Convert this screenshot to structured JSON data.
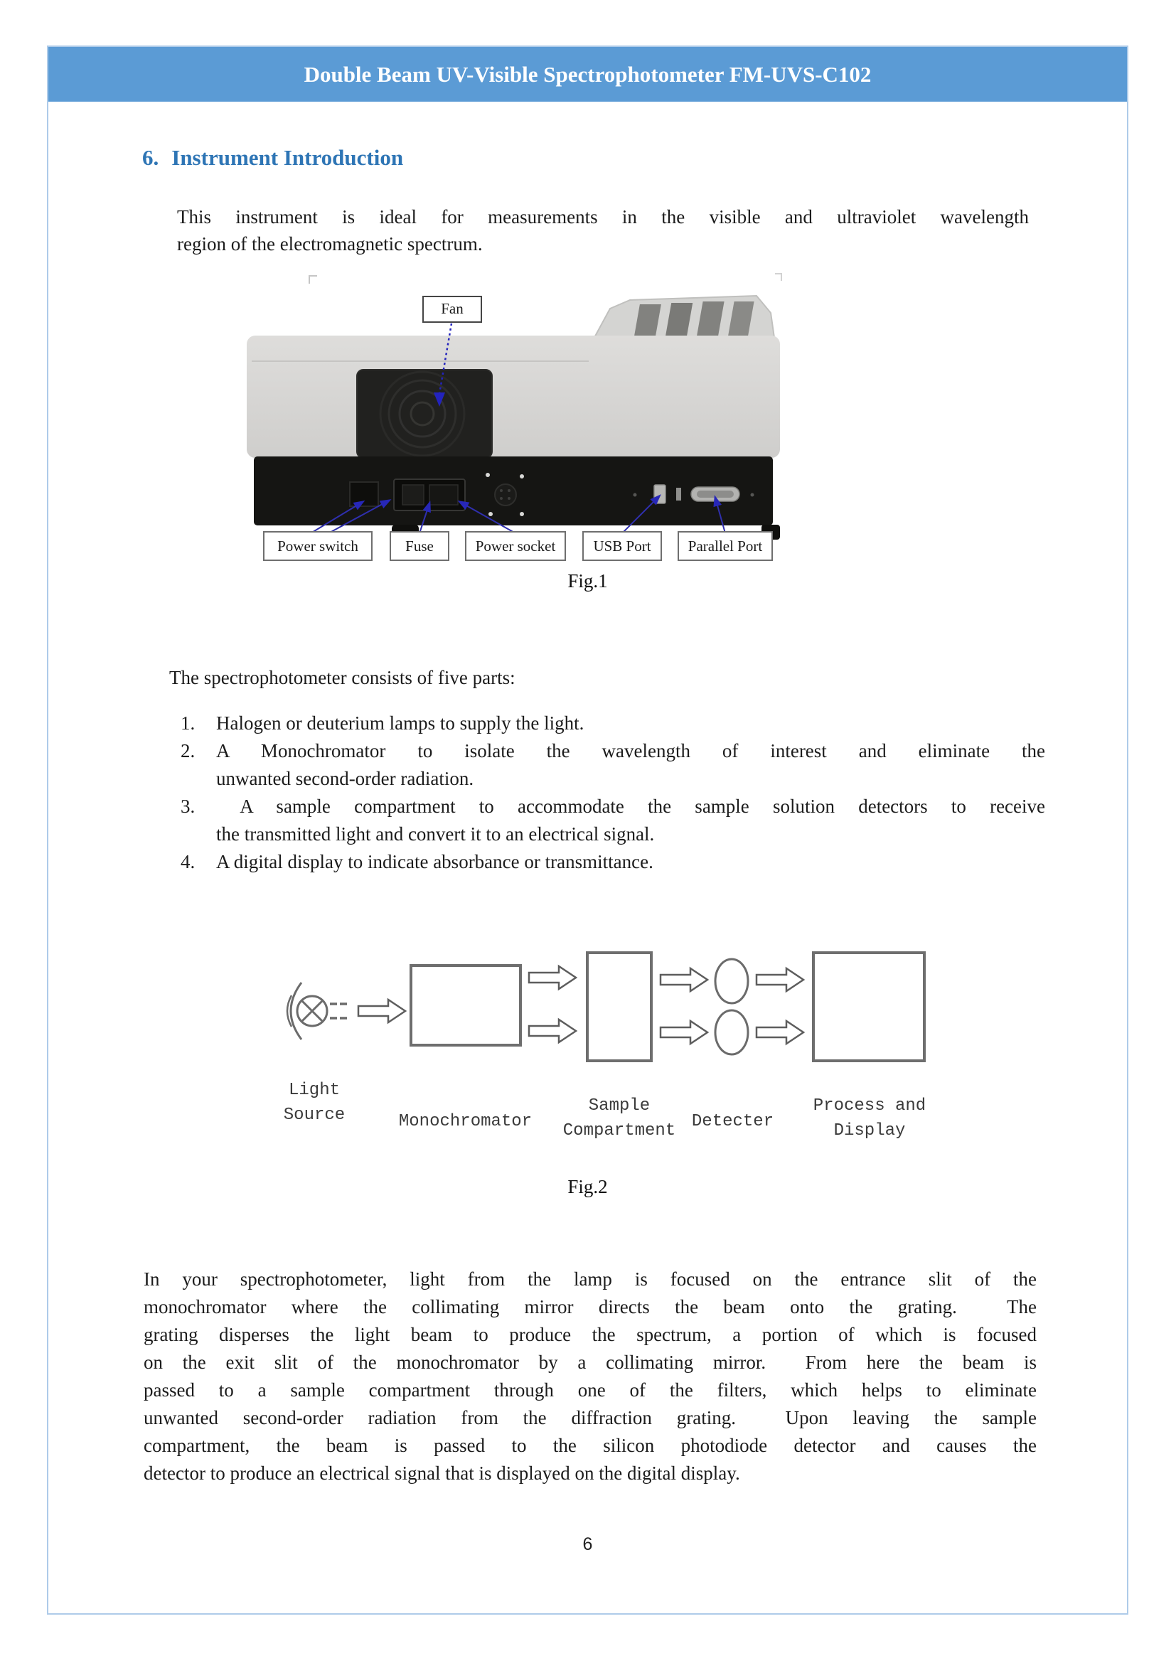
{
  "header": {
    "title": "Double Beam UV-Visible Spectrophotometer FM-UVS-C102"
  },
  "section": {
    "number": "6.",
    "title": "Instrument Introduction"
  },
  "intro": {
    "line1": "This instrument is ideal for measurements in the visible and ultraviolet wavelength",
    "line2": "region of the electromagnetic spectrum."
  },
  "fig1": {
    "caption": "Fig.1",
    "fan_label": "Fan",
    "port_labels": [
      "Power switch",
      "Fuse",
      "Power socket",
      "USB Port",
      "Parallel Port"
    ]
  },
  "parts": {
    "intro": "The spectrophotometer consists of five parts:",
    "items": [
      {
        "num": "1.",
        "lines": [
          "Halogen or deuterium lamps to supply the light."
        ]
      },
      {
        "num": "2.",
        "lines": [
          "A Monochromator to isolate the wavelength of interest and eliminate the",
          "unwanted second-order radiation."
        ]
      },
      {
        "num": "3.",
        "lines": [
          " A sample compartment to accommodate the sample solution detectors to receive",
          "the transmitted light and convert it to an electrical signal."
        ]
      },
      {
        "num": "4.",
        "lines": [
          "A digital display to indicate absorbance or transmittance."
        ]
      }
    ]
  },
  "fig2": {
    "caption": "Fig.2",
    "labels": {
      "light_source": "Light Source",
      "monochromator": "Monochromator",
      "sample_compartment": "Sample Compartment",
      "detecter": "Detecter",
      "process_display": "Process and Display"
    }
  },
  "body": {
    "lines": [
      "In your spectrophotometer, light from the lamp is focused on the entrance slit of the",
      "monochromator where the collimating mirror directs the beam onto the grating.  The",
      "grating disperses the light beam to produce the spectrum, a portion of which is focused",
      "on the exit slit of the monochromator by a collimating mirror.  From here the beam is",
      "passed to a sample compartment through one of the filters, which helps to eliminate",
      "unwanted second-order radiation from the diffraction grating.  Upon leaving the sample",
      "compartment, the beam is passed to the silicon photodiode detector and causes the",
      "detector to produce an electrical signal that is displayed on the digital display."
    ]
  },
  "page": {
    "number": "6"
  }
}
